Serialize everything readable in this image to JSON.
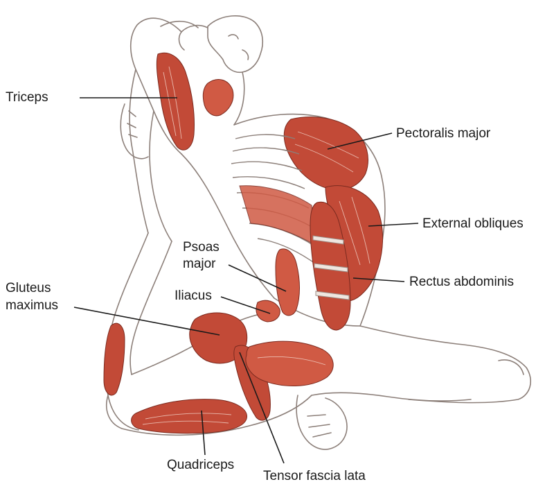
{
  "labels": {
    "triceps": "Triceps",
    "pectoralis_major": "Pectoralis major",
    "external_obliques": "External obliques",
    "psoas_major_line1": "Psoas",
    "psoas_major_line2": "major",
    "rectus_abdominis": "Rectus abdominis",
    "gluteus_maximus_line1": "Gluteus",
    "gluteus_maximus_line2": "maximus",
    "iliacus": "Iliacus",
    "quadriceps": "Quadriceps",
    "tensor_fascia_lata": "Tensor fascia lata"
  },
  "colors": {
    "muscle": "#c24a37",
    "outline": "#8c7f79",
    "leader": "#1a1a1a",
    "background": "#ffffff"
  }
}
